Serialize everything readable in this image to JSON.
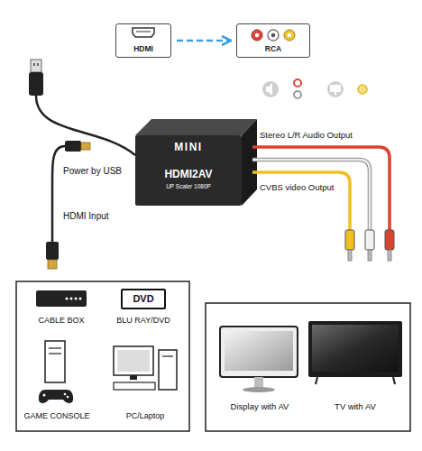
{
  "diagram": {
    "nodes": [
      {
        "text": [
          "HDMI"
        ]
      },
      {
        "text": [
          "RCA"
        ]
      },
      {
        "text": [
          "MINI",
          "HDMI2AV",
          "UP Scaler 1080P"
        ]
      },
      {
        "text": [
          "DVD"
        ]
      }
    ],
    "edges": [
      {
        "from": 0,
        "to": 1,
        "arrow": "to"
      }
    ],
    "labels": [
      "Power by USB",
      "HDMI Input",
      "Stereo L/R Audio Output",
      "CVBS video Output",
      "CABLE BOX",
      "BLU RAY/DVD",
      "GAME CONSOLE",
      "PC/Laptop",
      "Display with AV",
      "TV with AV"
    ]
  }
}
